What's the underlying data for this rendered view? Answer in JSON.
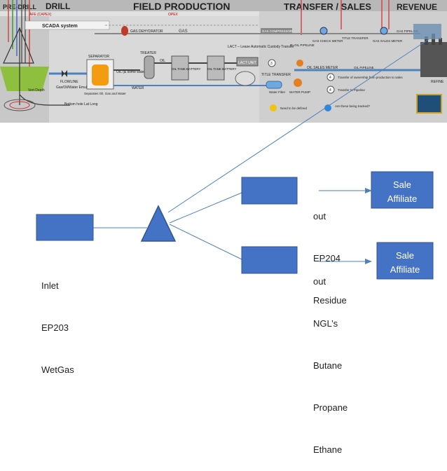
{
  "banner": {
    "phases": {
      "predrill": "PRE-DRILL",
      "drill": "DRILL",
      "field": "FIELD PRODUCTION",
      "transfer": "TRANSFER / SALES",
      "revenue": "REVENUE"
    },
    "subheads": {
      "afe": "AFE (CAPEX)",
      "opex": "OPEX"
    },
    "labels": {
      "scada": "SCADA system",
      "gas_dehydrator": "GAS DEHYDRATOR",
      "gas": "GAS",
      "treater": "TREATER",
      "separator": "SEPARATOR",
      "oil_some_water": "OIL (& some water)",
      "water": "WATER",
      "oil": "OIL",
      "oil_tank_battery_1": "OIL TANK BATTERY",
      "oil_tank_battery_2": "OIL TANK BATTERY",
      "lact": "LACT – Lease Automatic Custody Transfer",
      "lact_unit": "LACT UNIT",
      "title_transfer": "TITLE TRANSFER",
      "water_filter": "Water Filter",
      "water_pump": "WATER PUMP",
      "flowline": "FLOWLINE",
      "emulsion": "Gas/Oil/Water Emulsion",
      "separates": "Separates Oil, Gas and Water",
      "vert_depth": "Vert Depth",
      "bottom_hole": "Bottom hole Lat Long",
      "gas_comp": "GAS COMPRESSOR",
      "to_oil_pipeline": "To OIL PIPELINE",
      "oil_sales_meter": "OIL SALES METER",
      "gas_check_meter": "GAS CHECK METER",
      "title_transfer_2": "TITLE TRANSFER",
      "gas_sales_meter": "GAS SALES METER",
      "gas_pipeline": "GAS PIPELINE",
      "oil_pipeline": "OIL PIPELINE",
      "refinery": "REFINE",
      "step3": "3",
      "step4": "4",
      "transfer_ownership": "Transfer of ownership from production to sales",
      "transfer_pipeline": "Transfer to Pipeline",
      "need_defined": "Need to be defined",
      "being_tracked": "Are these being tracked?"
    }
  },
  "inlet": {
    "lines": [
      "Inlet",
      "EP203",
      "WetGas"
    ]
  },
  "outputs": [
    {
      "lines": [
        "out",
        "EP204",
        "Residue"
      ],
      "sale": [
        "Sale",
        "Affiliate"
      ]
    },
    {
      "lines": [
        "out",
        "NGL’s",
        "Butane",
        "Propane",
        "Ethane"
      ],
      "sale": [
        "Sale",
        "Affiliate"
      ]
    }
  ],
  "colors": {
    "box_fill": "#4472c4",
    "box_stroke": "#2f5597",
    "line": "#4f81bd",
    "field_bg": "#e6e6e6",
    "dark_bg": "#bfbfbf"
  }
}
